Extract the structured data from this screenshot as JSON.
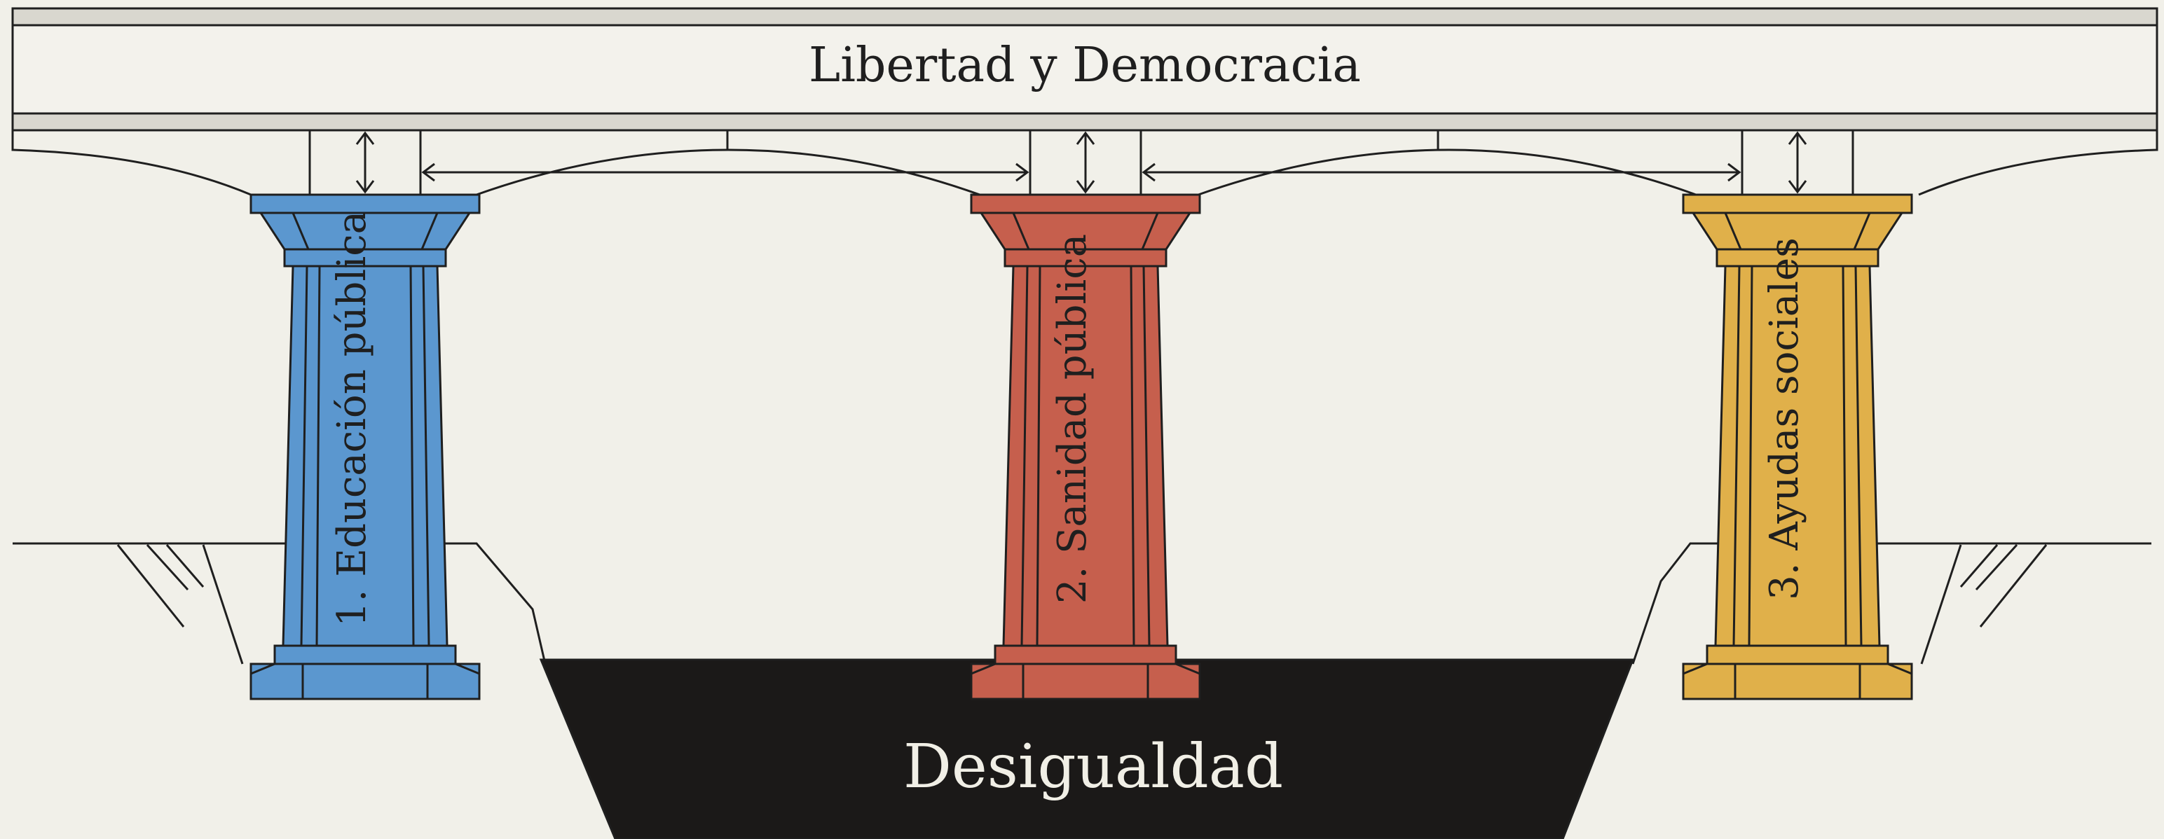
{
  "diagram": {
    "deck_title": "Libertad y Democracia",
    "pillars": [
      {
        "label": "1. Educación pública",
        "color": "#5b97cf"
      },
      {
        "label": "2. Sanidad pública",
        "color": "#c65f4d"
      },
      {
        "label": "3. Ayudas sociales",
        "color": "#e0b04a"
      }
    ],
    "gap_label": "Desigualdad",
    "colors": {
      "background": "#f1f0e9",
      "deck": "#f3f2ec",
      "deck_band": "#d9d7cf",
      "line": "#1f1f1f",
      "gap_fill": "#1b1918",
      "gap_text": "#f1efe6"
    }
  }
}
